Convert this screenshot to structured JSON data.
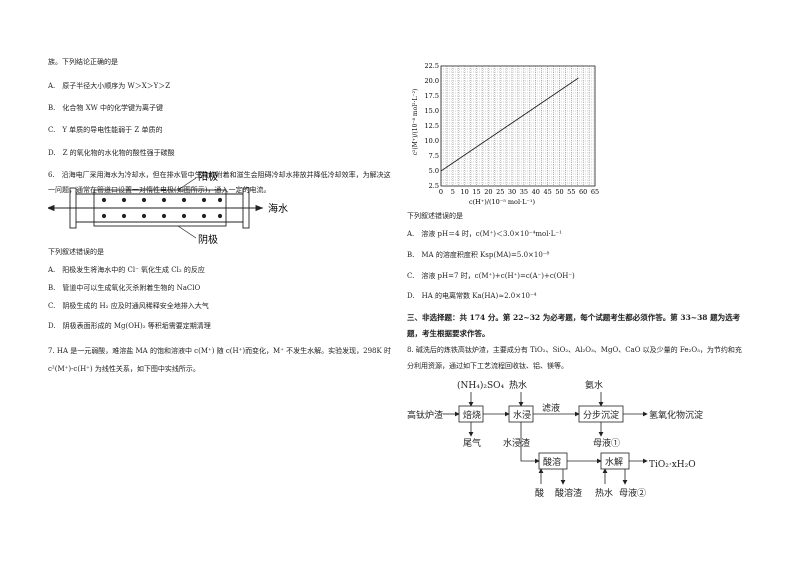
{
  "left": {
    "q5_cont": "族。下列结论正确的是",
    "q5_opts": [
      "A.　原子半径大小顺序为 W＞X＞Y＞Z",
      "B.　化合物 XW 中的化学键为离子键",
      "C.　Y 单质的导电性能弱于 Z 单质的",
      "D.　Z 的氧化物的水化物的酸性强于碳酸"
    ],
    "q6_l1": "6.　沿海电厂采用海水为冷却水，但在排水管中生物的附着和滋生会阻碍冷却水排放并降低冷却效率，为解决这",
    "q6_l2": "一问题，通常在管道口设置一对惰性电极(如图所示)，通入一定的电流。",
    "fig": {
      "anode": "阳极",
      "cathode": "阴极",
      "seawater": "海水"
    },
    "q6_prompt": "下列叙述错误的是",
    "q6_opts": [
      "A.　阳极发生将海水中的 Cl⁻ 氧化生成 Cl₂ 的反应",
      "B.　管道中可以生成氧化灭杀附着生物的 NaClO",
      "C.　阴极生成的 H₂ 应及时通风稀释安全地排入大气",
      "D.　阴极表面形成的 Mg(OH)₂ 等积垢需要定期清理"
    ],
    "q7_l1": "7.  HA 是一元弱酸，难溶盐 MA 的饱和溶液中 c(M⁺) 随 c(H⁺)而变化，M⁺ 不发生水解。实验发现，298K 时",
    "q7_l2": "c²(M⁺)-c(H⁺) 为线性关系，如下图中实线所示。"
  },
  "right": {
    "q7_prompt": "下列叙述错误的是",
    "q7_opts": [
      "A.　溶液 pH＝4 时，c(M⁺)＜3.0×10⁻⁴mol·L⁻¹",
      "B.　MA 的溶度积度积 Ksp(MA)=5.0×10⁻⁸",
      "C.　溶液 pH=7 时，c(M⁺)+c(H⁺)=c(A⁻)+c(OH⁻)",
      "D.　HA 的电离常数 Ka(HA)≈2.0×10⁻⁴"
    ],
    "sec3_l1": "三、非选择题：共 174 分。第 22~32 为必考题，每个试题考生都必须作答。第 33~38 题为选考",
    "sec3_l2": "题，考生根据要求作答。",
    "q8_l1": "8.  碱洗后的炼铁高钛炉渣，主要成分有 TiO₂、SiO₂、Al₂O₃、MgO、CaO 以及少量的 Fe₂O₃，为节约和充",
    "q8_l2": "分利用资源，通过如下工艺流程回收钛、铝、镁等。",
    "flow": {
      "reagent1": "(NH₄)₂SO₄",
      "reagent2": "热水",
      "reagent3": "氨水",
      "input": "高钛炉渣",
      "box1": "焙烧",
      "box2": "水浸",
      "mid": "滤液",
      "box3": "分步沉淀",
      "out1": "氢氧化物沉淀",
      "waste1": "尾气",
      "waste2": "水浸渣",
      "waste3": "母液①",
      "box4": "酸溶",
      "box5": "水解",
      "product": "TiO₂·xH₂O",
      "b1": "酸",
      "b2": "酸溶渣",
      "b3": "热水",
      "b4": "母液②"
    }
  },
  "chart_data": {
    "type": "line",
    "xlabel": "c(H⁺)/(10⁻⁵ mol·L⁻¹)",
    "ylabel": "c²(M⁺)/(10⁻⁸ mol²·L⁻²)",
    "xticks": [
      0,
      5,
      10,
      15,
      20,
      25,
      30,
      35,
      40,
      45,
      50,
      55,
      60,
      65
    ],
    "yticks": [
      2.5,
      5.0,
      7.5,
      10.0,
      12.5,
      15.0,
      17.5,
      20.0,
      22.5
    ],
    "xlim": [
      0,
      65
    ],
    "ylim": [
      2.5,
      22.5
    ],
    "grid": true,
    "series": [
      {
        "x": [
          0,
          58
        ],
        "y": [
          5.0,
          20.5
        ]
      }
    ]
  }
}
